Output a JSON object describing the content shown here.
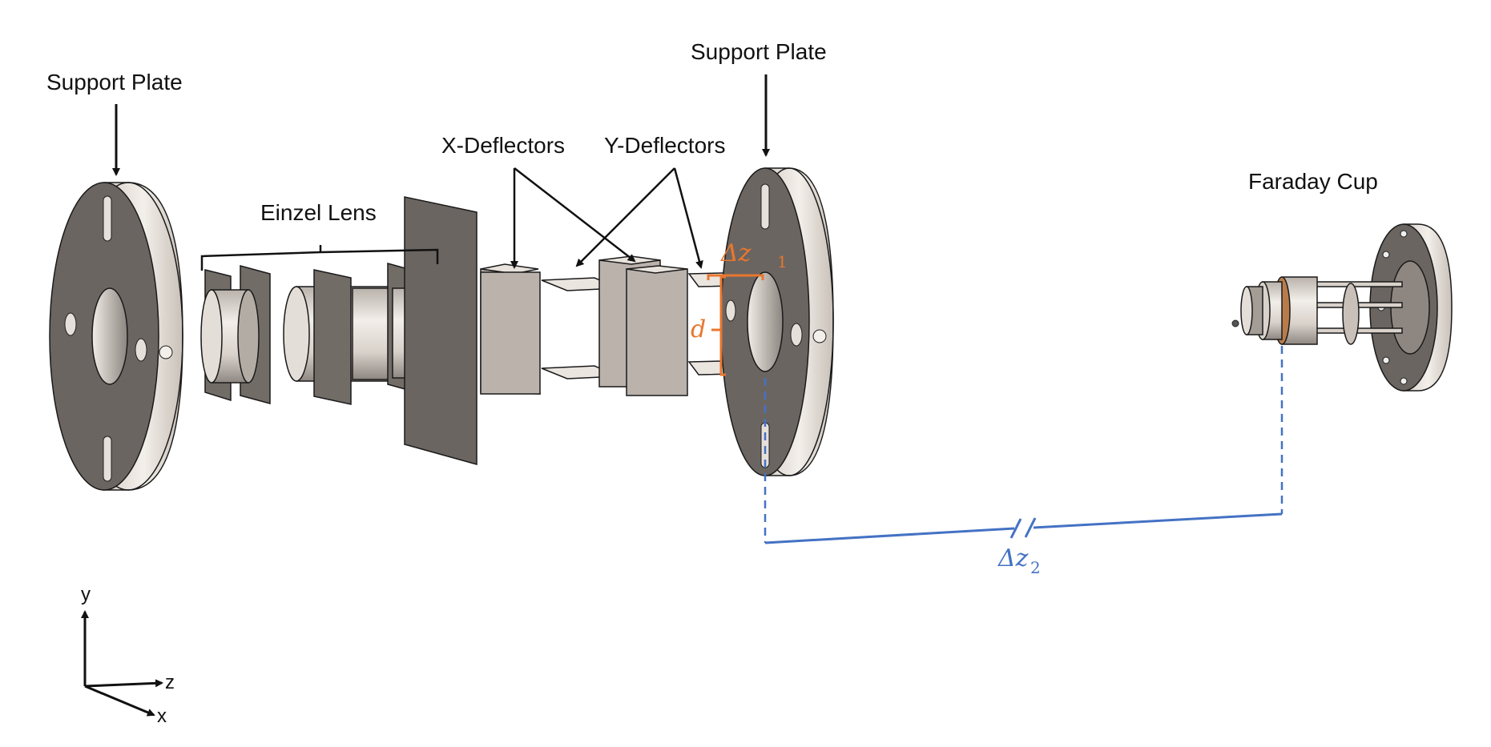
{
  "labels": {
    "support_plate_left": "Support Plate",
    "support_plate_right": "Support Plate",
    "einzel_lens": "Einzel Lens",
    "x_deflectors": "X-Deflectors",
    "y_deflectors": "Y-Deflectors",
    "faraday_cup": "Faraday Cup"
  },
  "dimensions": {
    "dz1": "Δz",
    "dz1_sub": "1",
    "d": "d",
    "dz2": "Δz",
    "dz2_sub": "2"
  },
  "axes": {
    "y": "y",
    "z": "z",
    "x": "x"
  },
  "colors": {
    "dimension_orange": "#e8772e",
    "dimension_blue": "#4472c4",
    "plate_face": "#6b6561",
    "plate_rim": "#e9e3dd"
  }
}
